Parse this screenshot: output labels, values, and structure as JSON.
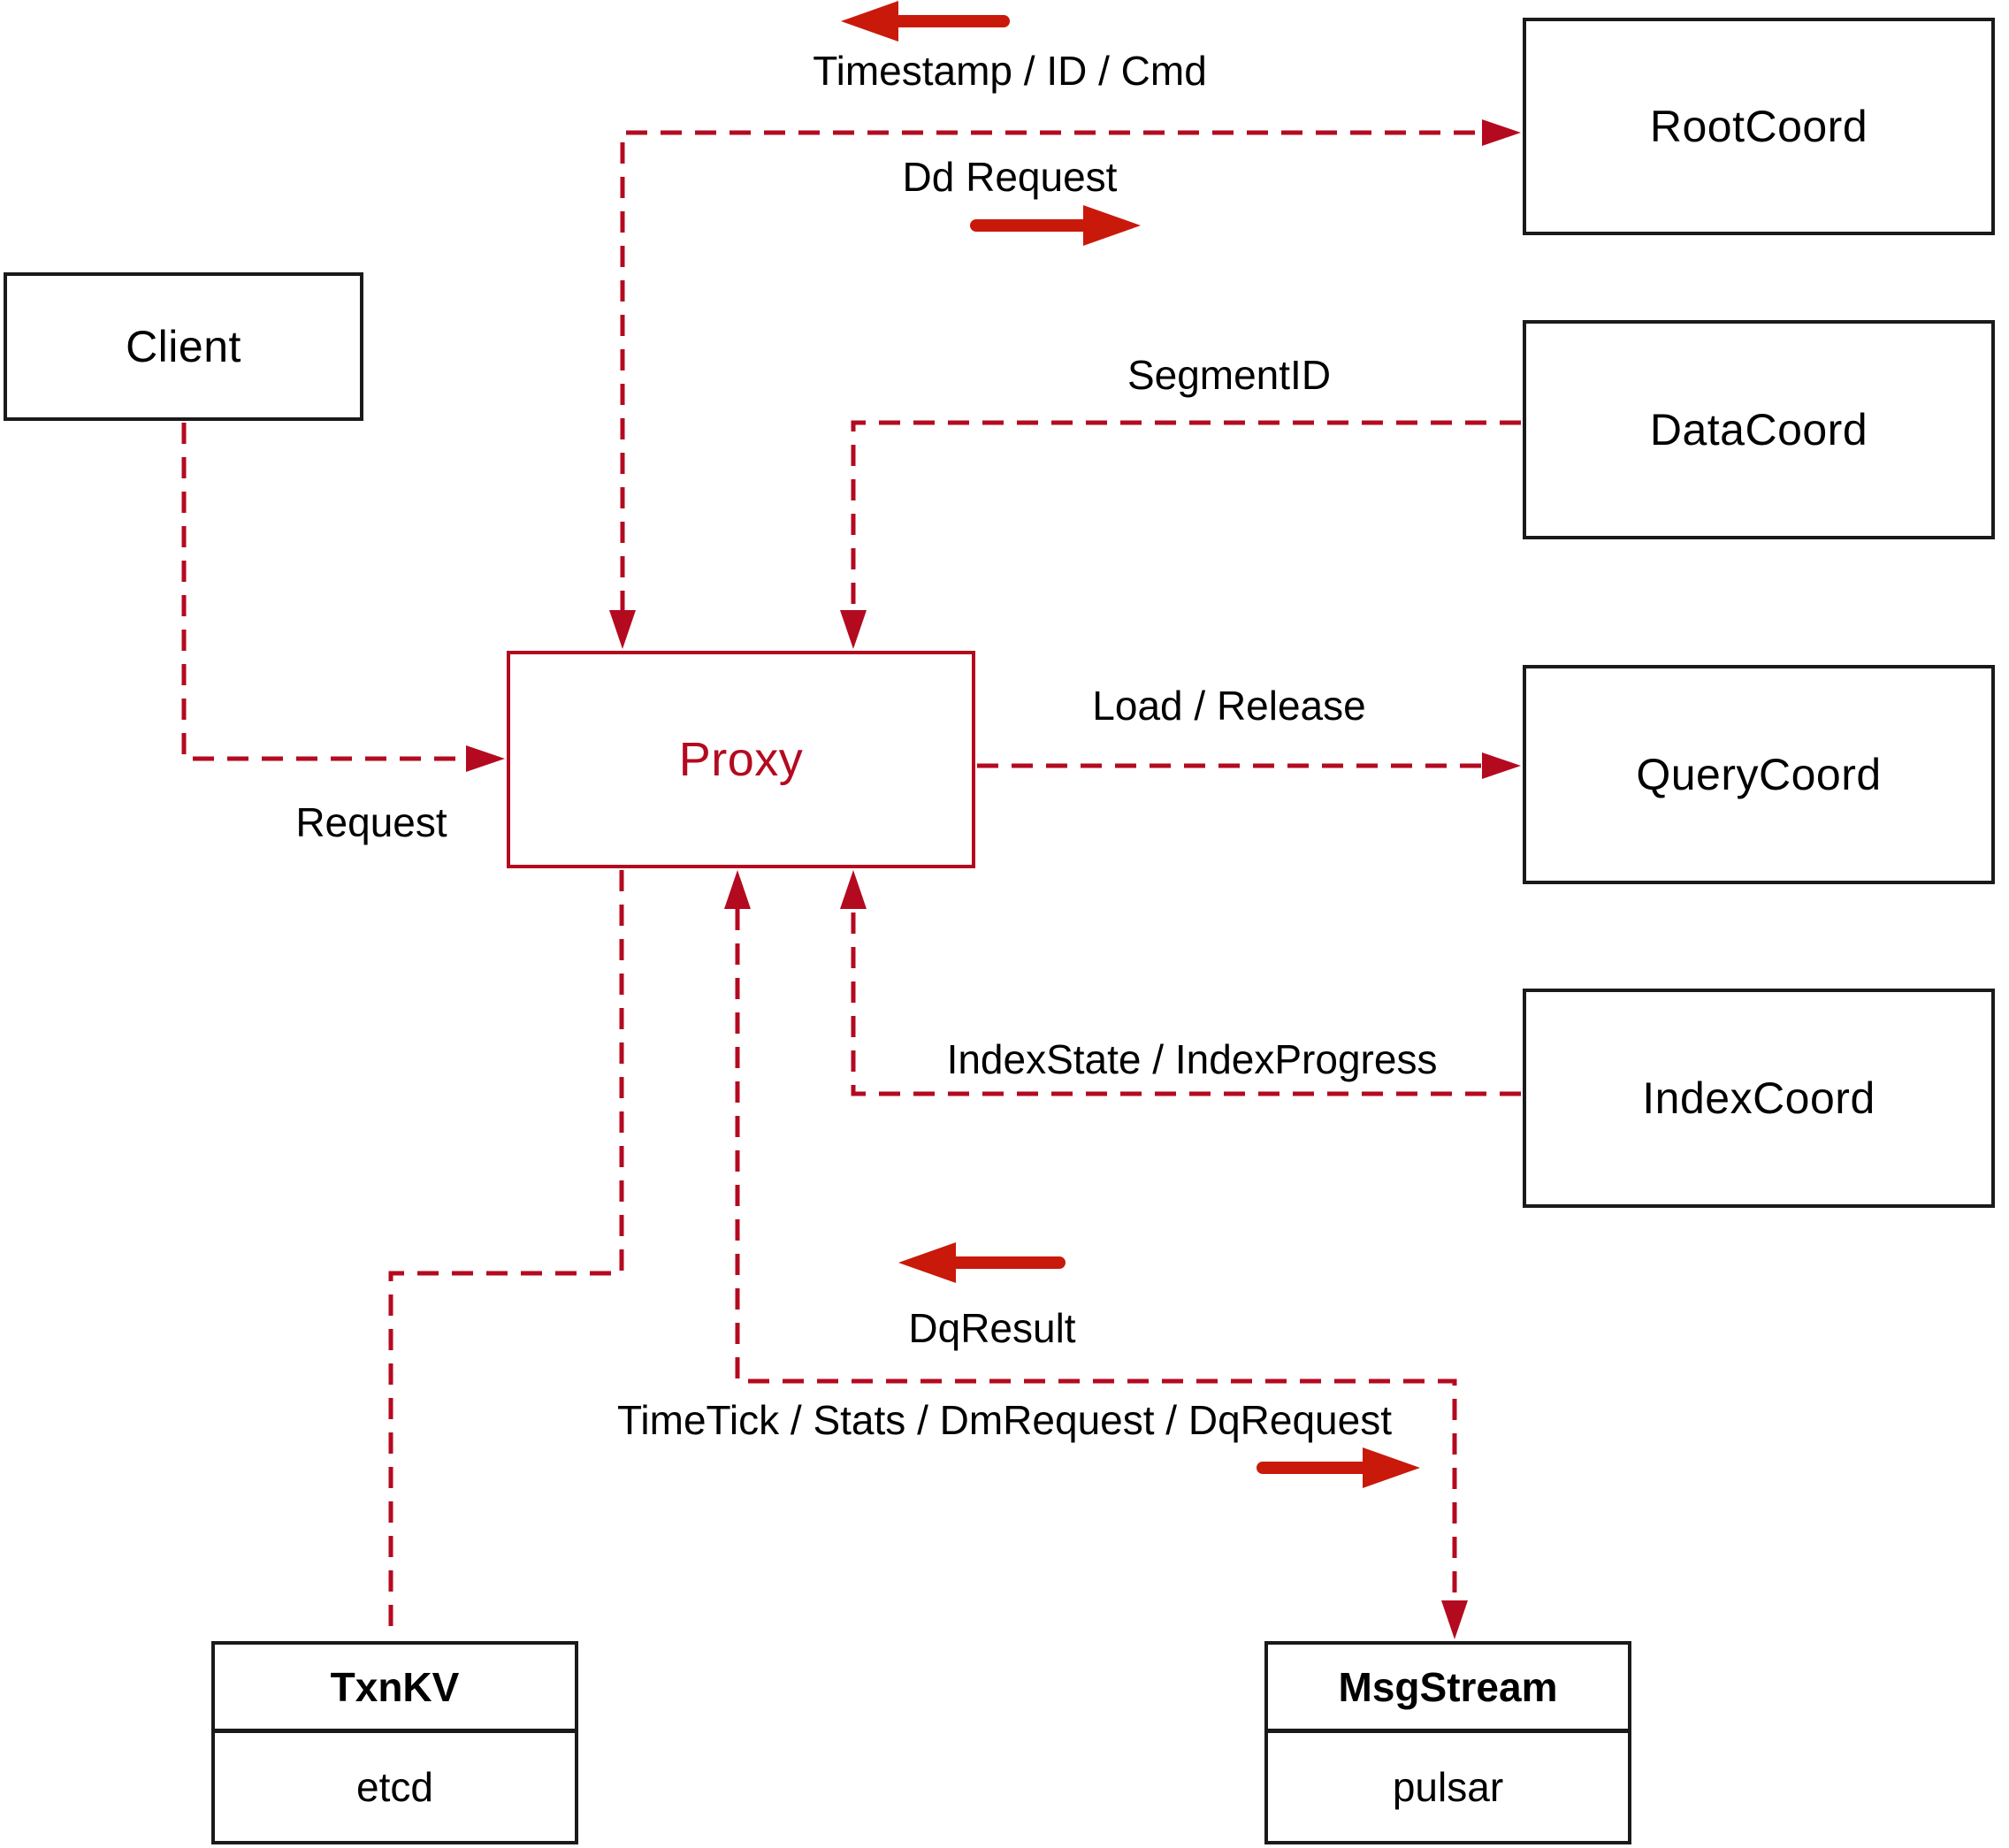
{
  "nodes": {
    "client": {
      "label": "Client"
    },
    "proxy": {
      "label": "Proxy"
    },
    "root_coord": {
      "label": "RootCoord"
    },
    "data_coord": {
      "label": "DataCoord"
    },
    "query_coord": {
      "label": "QueryCoord"
    },
    "index_coord": {
      "label": "IndexCoord"
    },
    "txn_kv": {
      "title": "TxnKV",
      "impl": "etcd"
    },
    "msg_stream": {
      "title": "MsgStream",
      "impl": "pulsar"
    }
  },
  "edge_labels": {
    "timestamp_id_cmd": "Timestamp / ID / Cmd",
    "dd_request": "Dd Request",
    "segment_id": "SegmentID",
    "request": "Request",
    "load_release": "Load / Release",
    "index_state": "IndexState / IndexProgress",
    "dq_result": "DqResult",
    "time_tick": "TimeTick / Stats / DmRequest / DqRequest"
  },
  "edges": [
    {
      "from": "proxy",
      "to": "root_coord",
      "labels": [
        "Timestamp / ID / Cmd",
        "Dd Request"
      ],
      "style": "dashed-bidirectional"
    },
    {
      "from": "data_coord",
      "to": "proxy",
      "labels": [
        "SegmentID"
      ],
      "style": "dashed"
    },
    {
      "from": "client",
      "to": "proxy",
      "labels": [
        "Request"
      ],
      "style": "dashed"
    },
    {
      "from": "proxy",
      "to": "query_coord",
      "labels": [
        "Load / Release"
      ],
      "style": "dashed"
    },
    {
      "from": "index_coord",
      "to": "proxy",
      "labels": [
        "IndexState / IndexProgress"
      ],
      "style": "dashed"
    },
    {
      "from": "proxy",
      "to": "msg_stream",
      "labels": [
        "DqResult",
        "TimeTick / Stats / DmRequest / DqRequest"
      ],
      "style": "dashed-bidirectional"
    },
    {
      "from": "proxy",
      "to": "txn_kv",
      "labels": [],
      "style": "dashed"
    }
  ],
  "colors": {
    "wire": "#b40a20",
    "solid_arrow": "#c9190b",
    "node_border": "#1a1a1a",
    "proxy_accent": "#b40a20",
    "text": "#000000",
    "background": "#ffffff"
  }
}
